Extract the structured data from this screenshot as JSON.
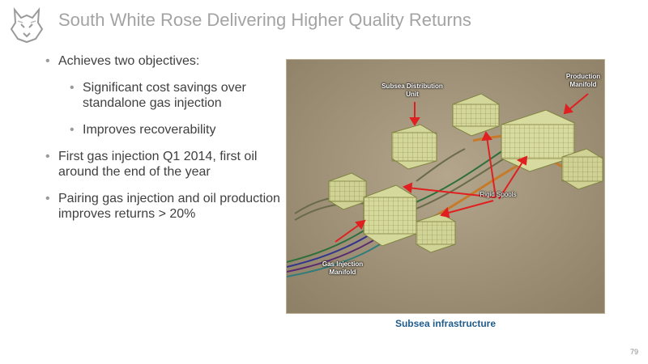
{
  "slide": {
    "title": "South White Rose Delivering Higher Quality Returns",
    "page_number": "79"
  },
  "bullets": [
    {
      "text": "Achieves two objectives:",
      "level": 1
    },
    {
      "text": "Significant cost savings over standalone gas injection",
      "level": 2
    },
    {
      "text": "Improves recoverability",
      "level": 2
    },
    {
      "text": "First gas injection Q1 2014, first oil around the end of the year",
      "level": 1
    },
    {
      "text": "Pairing gas injection and oil production improves returns > 20%",
      "level": 1
    }
  ],
  "figure": {
    "labels": {
      "subsea_distribution_unit": "Subsea Distribution Unit",
      "production_manifold": "Production Manifold",
      "rigid_spools": "Rigid Spools",
      "gas_injection_manifold": "Gas Injection Manifold"
    },
    "caption": "Subsea infrastructure"
  },
  "colors": {
    "title": "#a3a3a3",
    "caption": "#1f5c8c",
    "arrow": "#e02020",
    "seabed": "#a99b80",
    "equipment": "#d4d79a"
  },
  "icons": {
    "logo": "husky-dog-head-icon"
  }
}
